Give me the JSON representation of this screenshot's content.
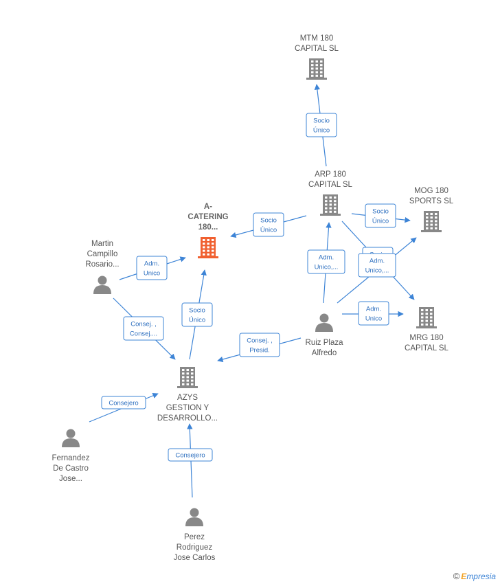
{
  "colors": {
    "edge": "#3d84d6",
    "company": "#888888",
    "company_highlight": "#f06030",
    "person": "#888888",
    "label": "#555555"
  },
  "nodes": [
    {
      "id": "mtm",
      "type": "company",
      "lines": [
        "MTM 180",
        "CAPITAL  SL"
      ],
      "icon": "building-icon"
    },
    {
      "id": "arp",
      "type": "company",
      "lines": [
        "ARP 180",
        "CAPITAL  SL"
      ],
      "icon": "building-icon"
    },
    {
      "id": "mog",
      "type": "company",
      "lines": [
        "MOG 180",
        "SPORTS  SL"
      ],
      "icon": "building-icon"
    },
    {
      "id": "acat",
      "type": "company",
      "main": true,
      "lines": [
        "A-",
        "CATERING",
        "180..."
      ],
      "icon": "building-icon"
    },
    {
      "id": "mrg",
      "type": "company",
      "lines": [
        "MRG 180",
        "CAPITAL  SL"
      ],
      "icon": "building-icon"
    },
    {
      "id": "azys",
      "type": "company",
      "lines": [
        "AZYS",
        "GESTION Y",
        "DESARROLLO..."
      ],
      "icon": "building-icon"
    },
    {
      "id": "martin",
      "type": "person",
      "lines": [
        "Martin",
        "Campillo",
        "Rosario..."
      ],
      "icon": "person-icon"
    },
    {
      "id": "ruiz",
      "type": "person",
      "lines": [
        "Ruiz Plaza",
        "Alfredo"
      ],
      "icon": "person-icon"
    },
    {
      "id": "fernandez",
      "type": "person",
      "lines": [
        "Fernandez",
        "De Castro",
        "Jose..."
      ],
      "icon": "person-icon"
    },
    {
      "id": "perez",
      "type": "person",
      "lines": [
        "Perez",
        "Rodriguez",
        "Jose Carlos"
      ],
      "icon": "person-icon"
    }
  ],
  "edges": [
    {
      "id": "arp-mtm",
      "lines": [
        "Socio",
        "Único"
      ]
    },
    {
      "id": "arp-acat",
      "lines": [
        "Socio",
        "Único"
      ]
    },
    {
      "id": "arp-mog",
      "lines": [
        "Socio",
        "Único"
      ]
    },
    {
      "id": "arp-mrg",
      "lines": [
        "Socio",
        "Único"
      ]
    },
    {
      "id": "ruiz-arp",
      "lines": [
        "Adm.",
        "Unico,..."
      ]
    },
    {
      "id": "ruiz-mog",
      "lines": [
        "Adm.",
        "Unico,..."
      ]
    },
    {
      "id": "ruiz-mrg",
      "lines": [
        "Adm.",
        "Unico"
      ]
    },
    {
      "id": "ruiz-azys",
      "lines": [
        "Consej. ,",
        "Presid."
      ]
    },
    {
      "id": "martin-acat",
      "lines": [
        "Adm.",
        "Unico"
      ]
    },
    {
      "id": "martin-azys",
      "lines": [
        "Consej. ,",
        "Consej...."
      ]
    },
    {
      "id": "azys-acat",
      "lines": [
        "Socio",
        "Único"
      ]
    },
    {
      "id": "fernandez-azys",
      "lines": [
        "Consejero"
      ]
    },
    {
      "id": "perez-azys",
      "lines": [
        "Consejero"
      ]
    }
  ],
  "footer": {
    "copyright": "©",
    "brand_initial": "E",
    "brand_rest": "mpresia"
  }
}
